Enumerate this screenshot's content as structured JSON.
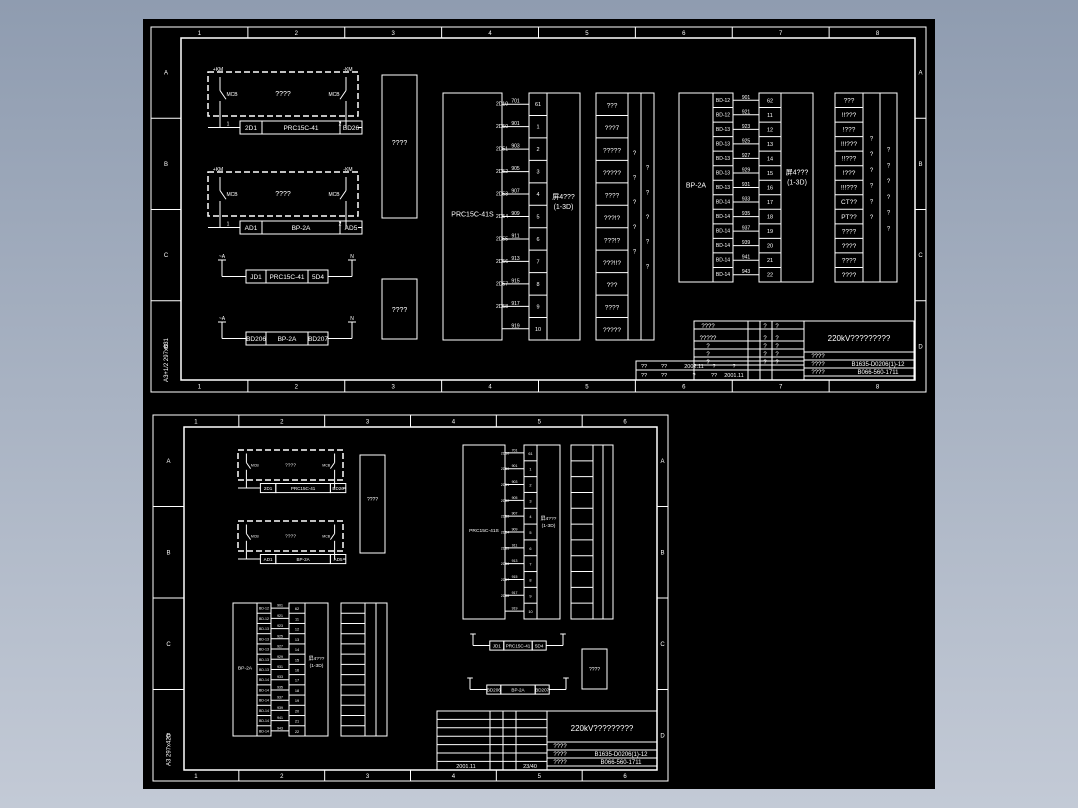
{
  "sheet1": {
    "frame_label": "A3+1/2  297x631",
    "columns": [
      "1",
      "2",
      "3",
      "4",
      "5",
      "6",
      "7",
      "8"
    ],
    "rows": [
      "A",
      "B",
      "C",
      "D"
    ],
    "breaker1": {
      "left": "+KM",
      "right": "-KM",
      "l_switch": "MCB",
      "r_switch": "MCB",
      "text": "????",
      "t1": "1",
      "t2": "2",
      "b1": "2D1",
      "b2": "PRC15C-41",
      "b3": "BD26"
    },
    "breaker2": {
      "left": "+KM",
      "right": "-KM",
      "l_switch": "MCB",
      "r_switch": "MCB",
      "text": "????",
      "t1": "1",
      "t2": "2",
      "b1": "AD1",
      "b2": "BP-2A",
      "b3": "AD5"
    },
    "ac1": {
      "left": "~A",
      "right": "N",
      "b1": "JD1",
      "b2": "PRC15C-41",
      "b3": "5D4"
    },
    "ac2": {
      "left": "~A",
      "right": "N",
      "b1": "BD206",
      "b2": "BP-2A",
      "b3": "BD207"
    },
    "box1": "????",
    "box2": "????",
    "prc": {
      "label": "PRC15C-41S",
      "left_codes": [
        "2D10",
        "2D50",
        "2D51",
        "2D52",
        "2D53",
        "2D54",
        "2D55",
        "2D56",
        "2D57",
        "2D58"
      ],
      "wires": [
        "701",
        "901",
        "903",
        "905",
        "907",
        "909",
        "911",
        "913",
        "915",
        "917",
        "919"
      ],
      "terms": [
        "61",
        "1",
        "2",
        "3",
        "4",
        "5",
        "6",
        "7",
        "8",
        "9",
        "10"
      ],
      "block_label": "屏4???",
      "block_sub": "(1-3D)",
      "right_text": [
        "???",
        "???7",
        "?????",
        "?????",
        "????",
        "???!?",
        "???!?",
        "???!!?",
        "???",
        "????",
        "?????"
      ],
      "marks": [
        "?",
        "?",
        "?",
        "?",
        "?"
      ]
    },
    "bp": {
      "label": "BP-2A",
      "left_codes": [
        "BD-12",
        "BD-12",
        "BD-13",
        "BD-13",
        "BD-13",
        "BD-13",
        "BD-13",
        "BD-14",
        "BD-14",
        "BD-14",
        "BD-14",
        "BD-14",
        "BD-14"
      ],
      "wires": [
        "901",
        "921",
        "923",
        "925",
        "927",
        "929",
        "931",
        "933",
        "935",
        "937",
        "939",
        "941",
        "943"
      ],
      "terms": [
        "62",
        "11",
        "12",
        "13",
        "14",
        "15",
        "16",
        "17",
        "18",
        "19",
        "20",
        "21",
        "22"
      ],
      "block_label": "屏4???",
      "block_sub": "(1-3D)",
      "right_text": [
        "???",
        "!!???",
        "!???",
        "!!!???",
        "!!???",
        "!???",
        "!!!???",
        "CT??",
        "PT??",
        "????",
        "????",
        "????",
        "????"
      ],
      "marks": [
        "?",
        "?",
        "?",
        "?",
        "?",
        "?"
      ]
    },
    "title_block": {
      "title": "220kV?????????",
      "left_rows": [
        [
          "????",
          "?",
          "?"
        ],
        [
          "?????",
          "?",
          "?"
        ],
        [
          "?",
          "?",
          "?"
        ],
        [
          "?",
          "?",
          "?"
        ],
        [
          "?",
          "?",
          "?"
        ]
      ],
      "meta": [
        [
          "??",
          "??",
          "2002.11",
          "?",
          "?"
        ],
        [
          "??",
          "??",
          "?",
          "??",
          "2001.11"
        ]
      ],
      "info": [
        [
          "????",
          ""
        ],
        [
          "????",
          "B1635-D0206(1)-12"
        ],
        [
          "????",
          "B066-560-1711"
        ]
      ]
    }
  },
  "sheet2": {
    "frame_label": "A3  297x420",
    "columns": [
      "1",
      "2",
      "3",
      "4",
      "5",
      "6"
    ],
    "rows": [
      "A",
      "B",
      "C",
      "D"
    ],
    "breaker1": {
      "l_switch": "MCB",
      "r_switch": "MCB",
      "text": "????",
      "b1": "2D1",
      "b2": "PRC15C-41",
      "b3": "BD26"
    },
    "breaker2": {
      "l_switch": "MCB",
      "r_switch": "MCB",
      "text": "????",
      "b1": "AD1",
      "b2": "BP-2A",
      "b3": "AD5"
    },
    "box1": "????",
    "box2": "????",
    "prc": {
      "label": "PRC15C-41S",
      "block_label": "屏4???",
      "block_sub": "(1-3D)"
    },
    "bp": {
      "label": "BP-2A",
      "block_label": "屏4???",
      "block_sub": "(1-3D)"
    },
    "ac1": {
      "b1": "JD1",
      "b2": "PRC15C-41",
      "b3": "5D4"
    },
    "ac2": {
      "b1": "BD206",
      "b2": "BP-2A",
      "b3": "BD207"
    },
    "title_block": {
      "title": "220kV?????????",
      "sheet": "23/40",
      "date": "2001.11",
      "info": [
        [
          "????",
          ""
        ],
        [
          "????",
          "B1635-D0206(1)-12"
        ],
        [
          "????",
          "B066-560-1711"
        ]
      ]
    }
  }
}
